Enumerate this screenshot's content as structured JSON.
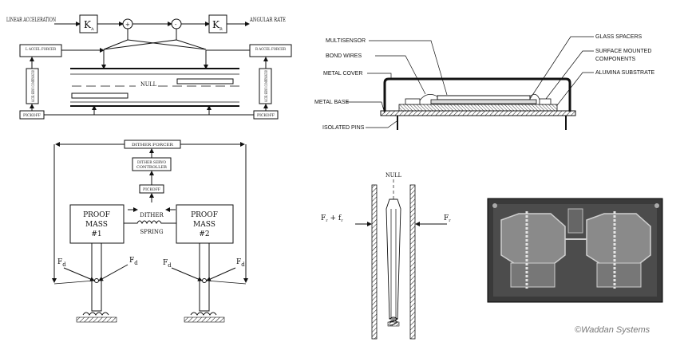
{
  "gyro_block": {
    "linear_acceleration": "LINEAR ACCELERATION",
    "angular_rate": "ANGULAR RATE",
    "k1": "K",
    "k1_sub": "A",
    "k2": "K",
    "k2_sub": "R",
    "plus": "+",
    "minus": "-",
    "accel_forcer_left": "L ACCEL FORCER",
    "accel_forcer_right": "R ACCEL FORCER",
    "servo_left": "ACCEL SERVO COMPENSATOR",
    "servo_right": "ACCEL SERVO COMPENSATOR",
    "pickoff_left": "PICKOFF",
    "pickoff_right": "PICKOFF",
    "null_label": "NULL"
  },
  "package": {
    "multisensor": "MULTISENSOR",
    "bond_wires": "BOND WIRES",
    "metal_cover": "METAL COVER",
    "metal_base": "METAL BASE",
    "isolated_pins": "ISOLATED PINS",
    "glass_spacers": "GLASS SPACERS",
    "surface_mounted_1": "SURFACE MOUNTED",
    "surface_mounted_2": "COMPONENTS",
    "alumina": "ALUMINA SUBSTRATE"
  },
  "dither": {
    "dither_forcer": "DITHER FORCER",
    "servo_1": "DITHER SERVO",
    "servo_2": "CONTROLLER",
    "pickoff": "PICKOFF",
    "mass1_a": "PROOF",
    "mass1_b": "MASS",
    "mass1_c": "#1",
    "mass2_a": "PROOF",
    "mass2_b": "MASS",
    "mass2_c": "#2",
    "dither_a": "DITHER",
    "dither_b": "SPRING",
    "fd": "F",
    "fd_sub": "d"
  },
  "beam": {
    "null_label": "NULL",
    "left_force": "F",
    "left_sub1": "r",
    "left_plus": " + f",
    "left_sub2": "r",
    "right_force": "F",
    "right_sub": "r"
  },
  "photo": {
    "alt": "micromachined sensor die photo"
  },
  "copyright": "©Waddan Systems"
}
